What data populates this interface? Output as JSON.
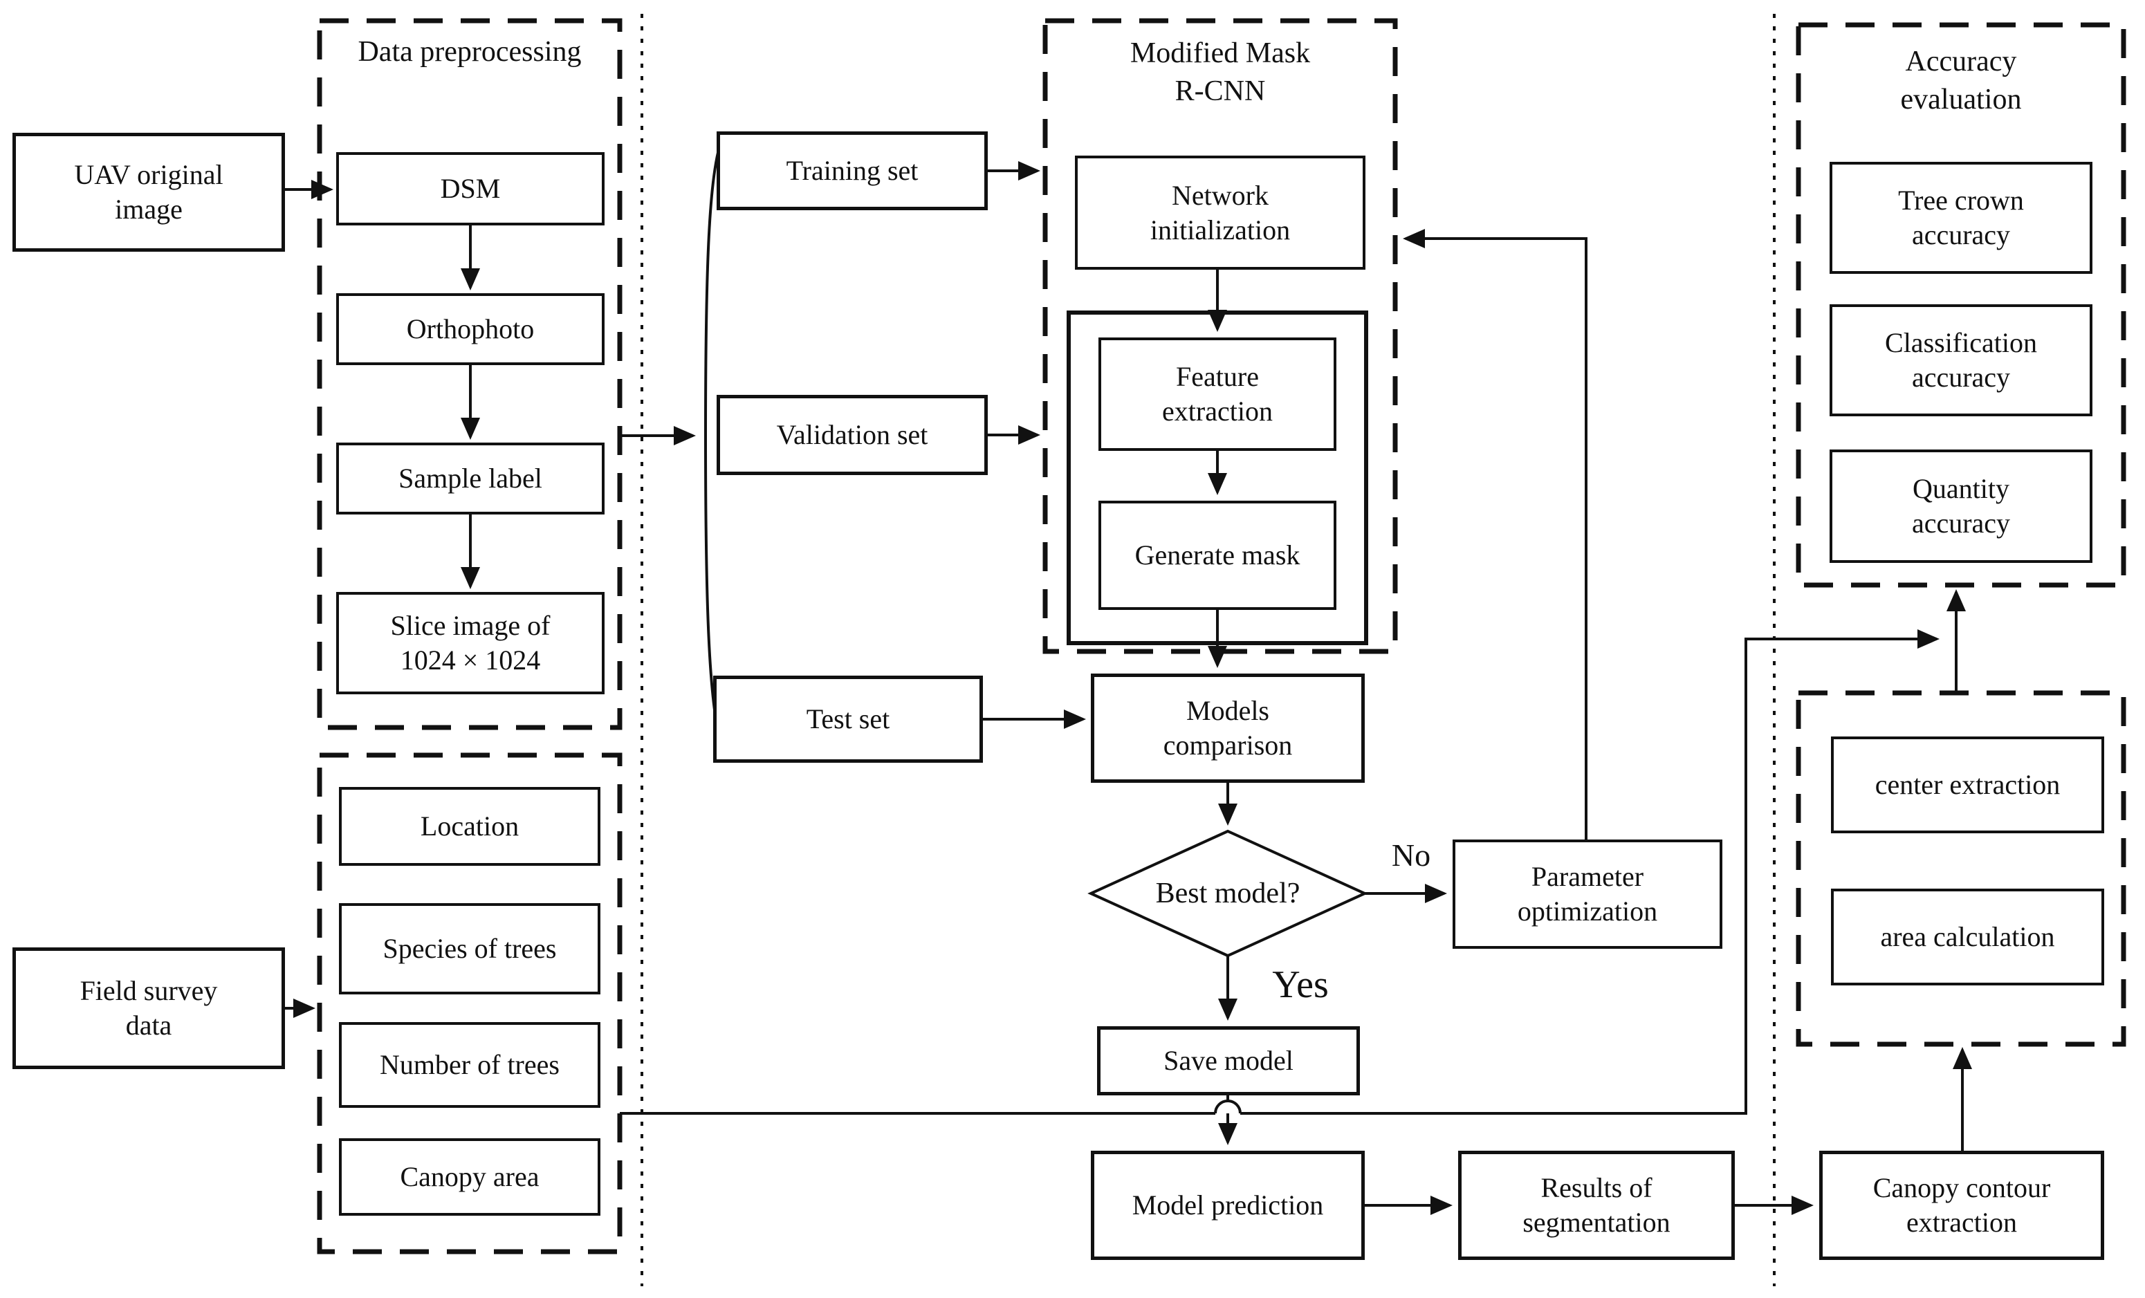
{
  "figure": {
    "type": "flowchart",
    "background": "#ffffff",
    "line_color": "#111111"
  },
  "containers": {
    "data_preprocessing": {
      "title": "Data preprocessing"
    },
    "mask_rcnn": {
      "title": "Modified Mask\nR-CNN"
    },
    "accuracy_evaluation": {
      "title": "Accuracy\nevaluation"
    }
  },
  "nodes": {
    "uav": {
      "label": "UAV original\nimage"
    },
    "dsm": {
      "label": "DSM"
    },
    "orthophoto": {
      "label": "Orthophoto"
    },
    "sample_label": {
      "label": "Sample label"
    },
    "slice_image": {
      "label": "Slice image of\n1024 × 1024"
    },
    "field_survey": {
      "label": "Field survey\ndata"
    },
    "location": {
      "label": "Location"
    },
    "species_of_trees": {
      "label": "Species of trees"
    },
    "number_of_trees": {
      "label": "Number of trees"
    },
    "canopy_area": {
      "label": "Canopy area"
    },
    "training_set": {
      "label": "Training set"
    },
    "validation_set": {
      "label": "Validation set"
    },
    "test_set": {
      "label": "Test set"
    },
    "network_initialization": {
      "label": "Network\ninitialization"
    },
    "feature_extraction": {
      "label": "Feature\nextraction"
    },
    "generate_mask": {
      "label": "Generate mask"
    },
    "models_comparison": {
      "label": "Models\ncomparison"
    },
    "best_model": {
      "label": "Best model?"
    },
    "parameter_optimization": {
      "label": "Parameter\noptimization"
    },
    "save_model": {
      "label": "Save model"
    },
    "model_prediction": {
      "label": "Model prediction"
    },
    "results_of_segmentation": {
      "label": "Results of\nsegmentation"
    },
    "canopy_contour_extraction": {
      "label": "Canopy contour\nextraction"
    },
    "tree_crown_accuracy": {
      "label": "Tree crown\naccuracy"
    },
    "classification_accuracy": {
      "label": "Classification\naccuracy"
    },
    "quantity_accuracy": {
      "label": "Quantity\naccuracy"
    },
    "center_extraction": {
      "label": "center extraction"
    },
    "area_calculation": {
      "label": "area calculation"
    }
  },
  "edge_labels": {
    "yes": "Yes",
    "no": "No"
  }
}
